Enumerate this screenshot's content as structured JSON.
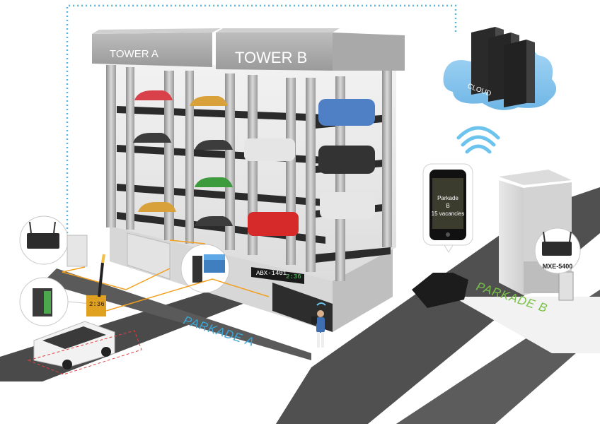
{
  "towers": {
    "a_title": "TOWER A",
    "b_title": "TOWER B"
  },
  "ground_labels": {
    "parkade_a": "PARKADE A",
    "parkade_b": "PARKADE B"
  },
  "cloud": {
    "label": "CLOUD",
    "color": "#8cc6ee"
  },
  "phone": {
    "line1": "Parkade",
    "line2": "B",
    "line3": "15 vacancies"
  },
  "entrance_sign": {
    "plate": "ABX-1401",
    "time": "2:36"
  },
  "gate_display": {
    "time": "2:36"
  },
  "device": {
    "model": "MXE-5400"
  },
  "colors": {
    "network_line": "#5ab4e0",
    "wire": "#f2a020",
    "label_blue": "#3aa6d8",
    "label_green": "#79c24a",
    "road": "#4a4a4a",
    "building": "#c9c9c9"
  }
}
